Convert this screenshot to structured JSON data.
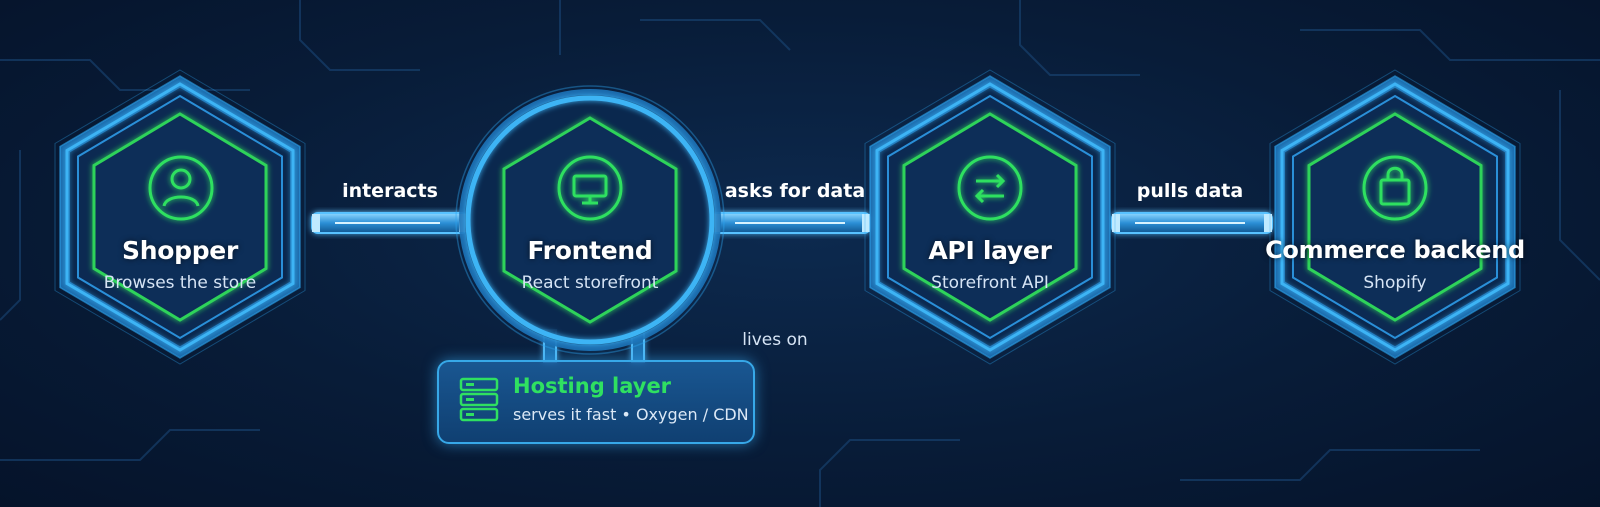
{
  "nodes": [
    {
      "id": "shopper",
      "title": "Shopper",
      "subtitle": "Browses the store",
      "icon": "user-icon"
    },
    {
      "id": "frontend",
      "title": "Frontend",
      "subtitle": "React storefront",
      "icon": "monitor-icon"
    },
    {
      "id": "api",
      "title": "API layer",
      "subtitle": "Storefront API",
      "icon": "swap-arrows-icon"
    },
    {
      "id": "backend",
      "title": "Commerce backend",
      "subtitle": "Shopify",
      "icon": "shopping-bag-icon"
    }
  ],
  "edges": [
    {
      "from": "shopper",
      "to": "frontend",
      "label": "interacts"
    },
    {
      "from": "frontend",
      "to": "api",
      "label": "asks for data"
    },
    {
      "from": "api",
      "to": "backend",
      "label": "pulls data"
    }
  ],
  "hosting": {
    "title": "Hosting layer",
    "subtitle": "serves it fast • Oxygen / CDN",
    "relation_label": "lives on",
    "icon": "server-stack-icon"
  },
  "colors": {
    "background": "#071a33",
    "glow_blue": "#2ea6f0",
    "node_green": "#2fd35a",
    "text": "#ffffff"
  }
}
